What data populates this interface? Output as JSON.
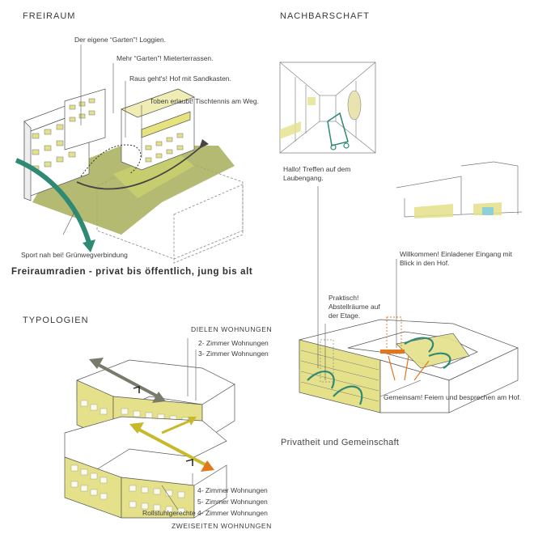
{
  "freiraum": {
    "title": "FREIRAUM",
    "notes": [
      "Der eigene “Garten”! Loggien.",
      "Mehr “Garten”! Mieterterrassen.",
      "Raus geht's! Hof mit Sandkasten.",
      "Toben erlaubt! Tischtennis am Weg.",
      "Sport nah bei! Grünwegverbindung"
    ],
    "caption": "Freiraumradien - privat bis öffentlich, jung bis alt"
  },
  "nachbarschaft": {
    "title": "NACHBARSCHAFT",
    "notes": {
      "laubengang": "Hallo! Treffen auf dem Laubengang.",
      "eingang_1": "Willkommen! Einladener Eingang mit",
      "eingang_2": "Blick in den Hof.",
      "abstell_1": "Praktisch!",
      "abstell_2": "Abstellräume auf",
      "abstell_3": "der Etage.",
      "hof": "Gemeinsam! Feiern und besprechen am Hof."
    },
    "caption": "Privatheit und Gemeinschaft"
  },
  "typologien": {
    "title": "TYPOLOGIEN",
    "top_heading": "DIELEN WOHNUNGEN",
    "top_items": [
      "2- Zimmer Wohnungen",
      "3- Zimmer Wohnungen"
    ],
    "bottom_items": [
      "4- Zimmer Wohnungen",
      "5- Zimmer Wohnungen",
      "Rollstuhlgerechte 4- Zimmer Wohnungen"
    ],
    "bottom_heading": "ZWEISEITEN WOHNUNGEN"
  },
  "colors": {
    "lime": "#d9dd6a",
    "lime_light": "#eef0b0",
    "olive": "#9aa03c",
    "teal": "#2e8a73",
    "orange": "#e0771d",
    "grey_arrow": "#7a7a6a"
  }
}
